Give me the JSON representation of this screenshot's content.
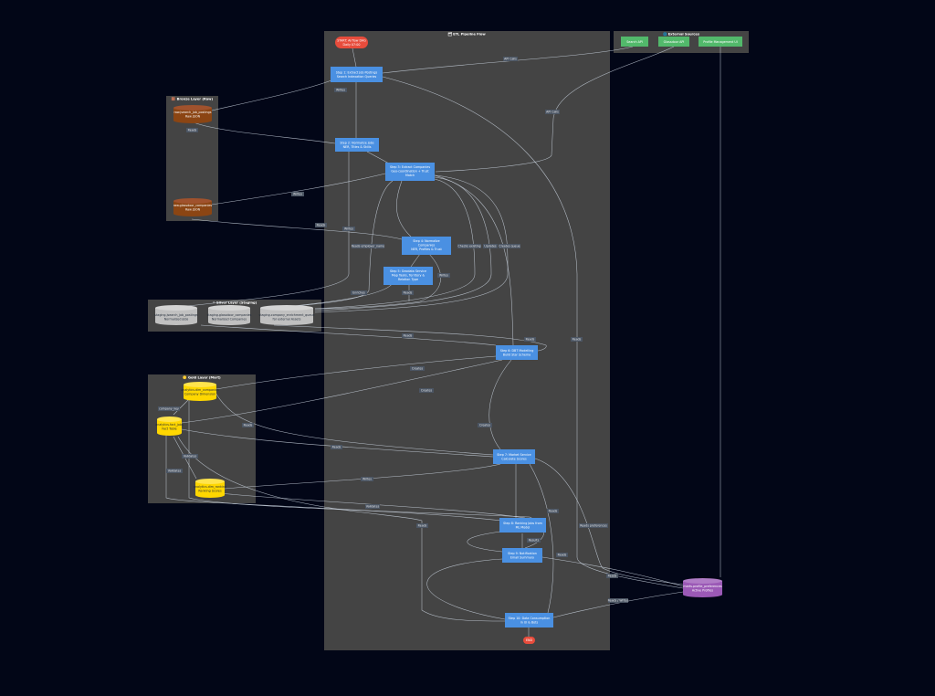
{
  "clusters": {
    "etl": "🗂 ETL Pipeline Flow",
    "external": "🌐 External Sources",
    "bronze": "🟫 Bronze Layer (Raw)",
    "silver": "⚪ Silver Layer (Staging)",
    "gold": "🟡 Gold Layer (Mart)"
  },
  "nodes": {
    "start": [
      "START: Airflow DAG",
      "Daily 07:00"
    ],
    "step1": [
      "Step 1: Extract Job Postings",
      "Search Indexation Queries"
    ],
    "step2": [
      "Step 2: Normalize Jobs",
      "NER, Titles & Skills"
    ],
    "step3": [
      "Step 3: Extract Companies",
      "Geo-coordination + Trust",
      "Match"
    ],
    "step4": [
      "Step 4: Normalize",
      "Companies",
      "NER, Profiles & Trust"
    ],
    "step5": [
      "Step 5: Geodata Service",
      "Map Tasks, Territory &",
      "Relation Type"
    ],
    "step6": [
      "Step 6: DBT Modelling",
      "Build Star Schema"
    ],
    "step7": [
      "Step 7: Market Service",
      "Calculate Scores"
    ],
    "step8": [
      "Step 8: Ranking Jobs from",
      "ML Model"
    ],
    "step9": [
      "Step 9: Notification",
      "Email Summary"
    ],
    "step10": [
      "Step 10: Data Consumption",
      "in UI & Bots"
    ],
    "end": "END",
    "src_a": "Search API",
    "src_b": "Glassdoor API",
    "src_c": "Profile Management UI",
    "bronze_jobs": [
      "raw.jsearch_job_postings",
      "Raw JSON"
    ],
    "bronze_companies": [
      "raw.glassdoor_companies",
      "Raw JSON"
    ],
    "silver_jobs": [
      "staging.jsearch_job_postings",
      "Normalized Jobs"
    ],
    "silver_companies": [
      "staging.glassdoor_companies",
      "Normalized Companies"
    ],
    "silver_matches": [
      "staging.company_enrichment_queue",
      "for external Assets"
    ],
    "gold_dim": [
      "analytics.dim_companies",
      "Company Dimension"
    ],
    "gold_fact": [
      "analytics.fact_jobs",
      "Fact Table"
    ],
    "gold_rank": [
      "analytics.dim_ranking",
      "Ranking Scores"
    ],
    "profiles": [
      "marts.profile_preferences",
      "Active Profiles"
    ]
  },
  "edge_labels": {
    "api_calls": "API Calls",
    "api_calls2": "API Calls",
    "writes": "Writes",
    "reads": "Reads",
    "writes2": "Writes",
    "reads2": "Reads",
    "writes3": "Writes",
    "reads_employer": "Reads employer_name",
    "checks_existing": "Checks existing",
    "updates": "Updates",
    "creates_queue": "Creates queue",
    "writes4": "Writes",
    "enriches": "Enriches",
    "reads3": "Reads",
    "reads4": "Reads",
    "reads5": "Reads",
    "creates": "Creates",
    "creates2": "Creates",
    "company_key": "company_key",
    "reads6": "Reads",
    "creates3": "Creates",
    "reads7": "Reads",
    "validates": "Validates",
    "writes5": "Writes",
    "validates2": "Validates",
    "reads8": "Reads",
    "reads9": "Reads",
    "results": "Results",
    "reads10": "Reads",
    "reads_preferences": "Reads preferences",
    "reads11": "Reads",
    "reads_writes": "Reads / Writes"
  },
  "colors": {
    "background": "#020617",
    "cluster_fill": "#444444",
    "step": "#4a90e2",
    "terminal": "#e74c3c",
    "source": "#52b96b",
    "bronze": "#8b4513",
    "silver": "#c0c0c0",
    "gold": "#ffd700",
    "profiles": "#9b59b6"
  }
}
